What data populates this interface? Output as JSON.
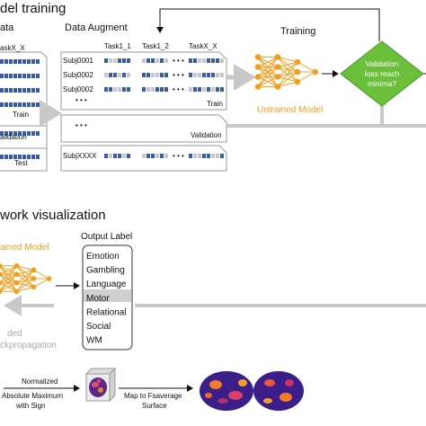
{
  "section_a": {
    "title": "del training",
    "data_header": "ata",
    "data_task_label": "askX_X",
    "data_augment_header": "Data Augment",
    "task_labels": [
      "Task1_1",
      "Task1_2",
      "TaskX_X"
    ],
    "subjects_train": [
      "Subj0001",
      "Subj0002",
      "Subj0002"
    ],
    "ellipsis": "• • •",
    "dots": "• • •",
    "train_label": "Train",
    "validation_label": "Validation",
    "left_validation_label": "alidation",
    "subject_last": "SubjXXXX",
    "test_label": "Test",
    "training_label": "Training",
    "untrained_model_label": "Untrained Model",
    "decision_text": [
      "Validation",
      "loss reach",
      "minima?"
    ]
  },
  "section_b": {
    "title": "work visualization",
    "model_label": "ained Model",
    "output_label_header": "Output Label",
    "output_labels": [
      "Emotion",
      "Gambling",
      "Language",
      "Motor",
      "Relational",
      "Social",
      "WM"
    ],
    "selected_label": "Motor",
    "guided_text": [
      "ded",
      "ckpropagation"
    ]
  },
  "section_c": {
    "normalized_label": "Normalized",
    "abs_max_text": [
      "Absolute Maximum",
      "with Sign"
    ],
    "map_text": [
      "Map to Fsaverage",
      "Surface"
    ]
  },
  "colors": {
    "blue_cell": "#3a5ba8",
    "gray_cell": "#c4c8d0",
    "orange": "#f0a020",
    "green": "#6bbf3a",
    "gray_arrow": "#c8c8c8",
    "brain_purple": "#3b1e8a",
    "brain_orange": "#f07d2a"
  }
}
